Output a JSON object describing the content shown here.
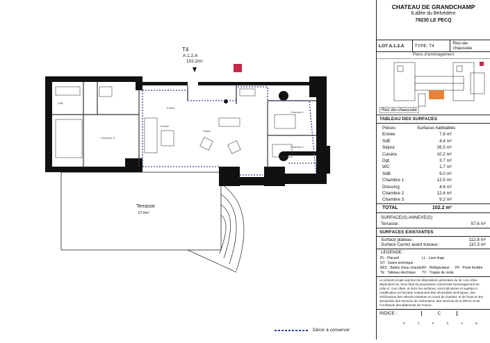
{
  "header": {
    "title": "CHATEAU DE GRANDCHAMP",
    "address_line1": "6,allée du Belvédère",
    "address_line2": "78230 LE PECQ"
  },
  "lot": {
    "lot_label": "LOT A.1.2.A",
    "type_label": "TYPE:  T4",
    "level": "Rez-de-chaussée"
  },
  "plans_title": "Plans d'aménagement",
  "keymap_label": "Rez-de-chaussée",
  "surfaces": {
    "title": "TABLEAU DES SURFACES",
    "col_pieces": "Pièces",
    "col_surfaces": "Surfaces habitables",
    "rows": [
      {
        "name": "Entrée",
        "value": "7.8 m²"
      },
      {
        "name": "SdE",
        "value": "4.4 m²"
      },
      {
        "name": "Séjour",
        "value": "26.5 m²"
      },
      {
        "name": "Cuisine",
        "value": "10.2 m²"
      },
      {
        "name": "Dgt.",
        "value": "3.7 m²"
      },
      {
        "name": "WC",
        "value": "1.7 m²"
      },
      {
        "name": "SdB",
        "value": "9.0 m²"
      },
      {
        "name": "Chambre 1",
        "value": "12.5 m²"
      },
      {
        "name": "Dressing",
        "value": "4.6 m²"
      },
      {
        "name": "Chambre 2",
        "value": "12.6 m²"
      },
      {
        "name": "Chambre 3",
        "value": "9.2 m²"
      }
    ],
    "total_label": "TOTAL",
    "total_value": "102.2 m²"
  },
  "annexes": {
    "title": "SURFACE(S) ANNEXE(S):",
    "terrasse_label": "Terrasse :",
    "terrasse_value": "57.6 m²"
  },
  "existantes": {
    "title": "SURFACES EXISTANTES",
    "plateau_label": "Surface plateau :",
    "plateau_value": "112.8 m²",
    "carrez_label": "Surface Carrez avant travaux :",
    "carrez_value": "110.3 m²"
  },
  "legende": {
    "title": "LEGENDE :",
    "items": [
      "PL : Placard",
      "LL : Lave linge",
      "GT : Gaine technique",
      "BEC : Ballon d'eau chaude",
      "RF : Réfrigérateur",
      "PF : Porte fenêtre",
      "TE : Tableau électrique",
      "TV : Trappe de visite"
    ]
  },
  "note": "Le présent projet exprime les dispositions générales du lot. Les côtes dépendent du choix final du propriétaire concernant l'aménagement de celui-ci. Ces côtes, et donc les surfaces, sont indicatives et sujettes à modification en fonction notamment des nécessités techniques, des vérifications des relevés existants en cours de chantier, et de l'avis et des demandes des services de l'urbanisme, des services de la DRAC et de l'Architecte des Bâtiments de France.",
  "indice": {
    "label": "INDICE :",
    "value": "C"
  },
  "scale_ticks": [
    "0",
    "1",
    "2",
    "3",
    "4",
    "5"
  ],
  "plan": {
    "lot_marker_title": "T4",
    "lot_marker_code": "A.1.2.A",
    "lot_marker_area": "102.2m²",
    "terrasse_label": "Terrasse",
    "terrasse_area": "57.6m²",
    "decor_label": "Décor à conserver"
  },
  "colors": {
    "accent": "#c8284a",
    "dash": "#2a3f8f",
    "wall": "#111111",
    "highlight": "#e8823a"
  }
}
